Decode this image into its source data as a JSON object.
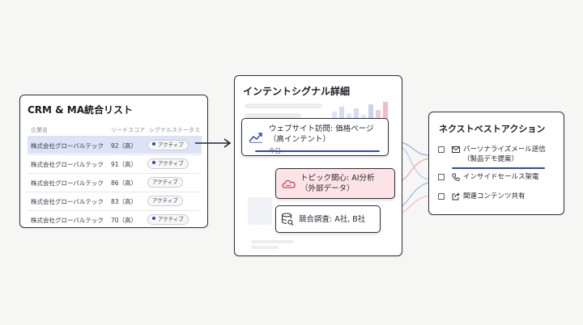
{
  "crm": {
    "title": "CRM & MA統合リスト",
    "columns": [
      "企業名",
      "リードスコア",
      "シグナルステータス"
    ],
    "rows": [
      {
        "company": "株式会社グローバルテック",
        "score": "92（高）",
        "status": "アクティブ",
        "dot": true,
        "highlighted": true
      },
      {
        "company": "株式会社グローバルテック",
        "score": "91（高）",
        "status": "アクティブ",
        "dot": true,
        "highlighted": false
      },
      {
        "company": "株式会社グローバルテック",
        "score": "86（高）",
        "status": "アクティブ",
        "dot": false,
        "highlighted": false
      },
      {
        "company": "株式会社グローバルテック",
        "score": "83（高）",
        "status": "アクティブ",
        "dot": false,
        "highlighted": false
      },
      {
        "company": "株式会社グローバルテック",
        "score": "70（高）",
        "status": "アクティブ",
        "dot": true,
        "highlighted": false
      }
    ]
  },
  "intent": {
    "title": "インテントシグナル詳細",
    "signals": [
      {
        "line1": "ウェブサイト訪問: 価格ページ",
        "line2": "（高インテント）",
        "sub": "今日",
        "icon": "trend-chart-icon"
      },
      {
        "line1": "トピック関心: AI分析",
        "line2": "（外部データ）",
        "icon": "cloud-icon"
      },
      {
        "line1": "競合調査: A社, B社",
        "icon": "database-search-icon"
      }
    ]
  },
  "nba": {
    "title": "ネクストベストアクション",
    "actions": [
      {
        "line1": "パーソナライズメール送信",
        "line2": "（製品デモ提案）",
        "icon": "mail-icon"
      },
      {
        "line1": "インサイドセールス架電",
        "icon": "phone-icon"
      },
      {
        "line1": "関連コンテンツ共有",
        "icon": "share-icon"
      }
    ]
  },
  "colors": {
    "accent": "#2f49a8",
    "highlight_row": "#dce3f7",
    "pink_node": "#fbe3e6",
    "pink_border": "#e4a2ad",
    "connector_blue": "#8fa3dd",
    "connector_pink": "#ee9aa8"
  }
}
